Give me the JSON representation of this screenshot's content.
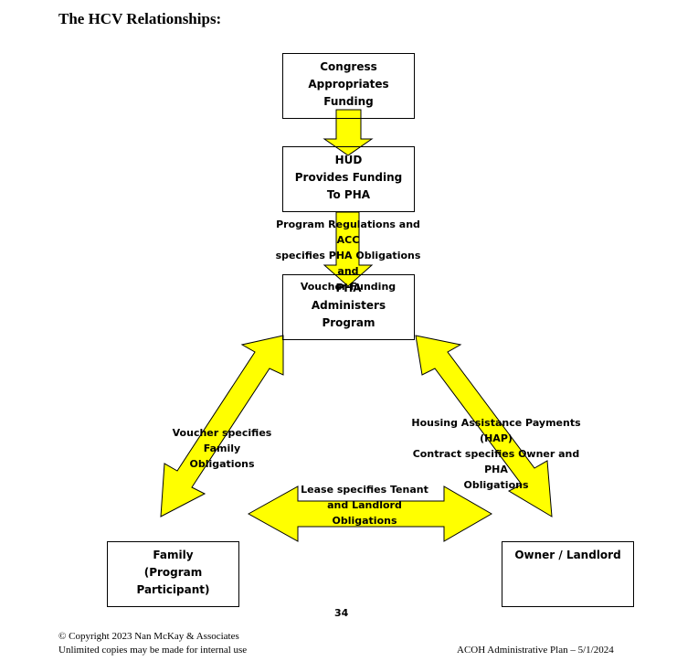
{
  "title": "The HCV Relationships:",
  "boxes": {
    "congress": "Congress\nAppropriates\nFunding",
    "hud": "HUD\nProvides Funding\nTo PHA",
    "pha": "PHA\nAdministers\nProgram",
    "family": "Family\n(Program\nParticipant)",
    "owner": "Owner / Landlord"
  },
  "labels": {
    "acc": "Program Regulations and ACC\nspecifies PHA Obligations and\nVoucher Funding",
    "voucher": "Voucher specifies Family\nObligations",
    "hap": "Housing Assistance Payments (HAP)\nContract specifies Owner and PHA\nObligations",
    "lease": "Lease specifies Tenant\nand Landlord\nObligations"
  },
  "colors": {
    "arrow_fill": "#ffff00",
    "arrow_stroke": "#000000"
  },
  "page_number": "34",
  "footer": {
    "copyright": "© Copyright 2023 Nan McKay & Associates\nUnlimited copies may be made for internal use",
    "plan": "ACOH Administrative Plan – 5/1/2024"
  }
}
